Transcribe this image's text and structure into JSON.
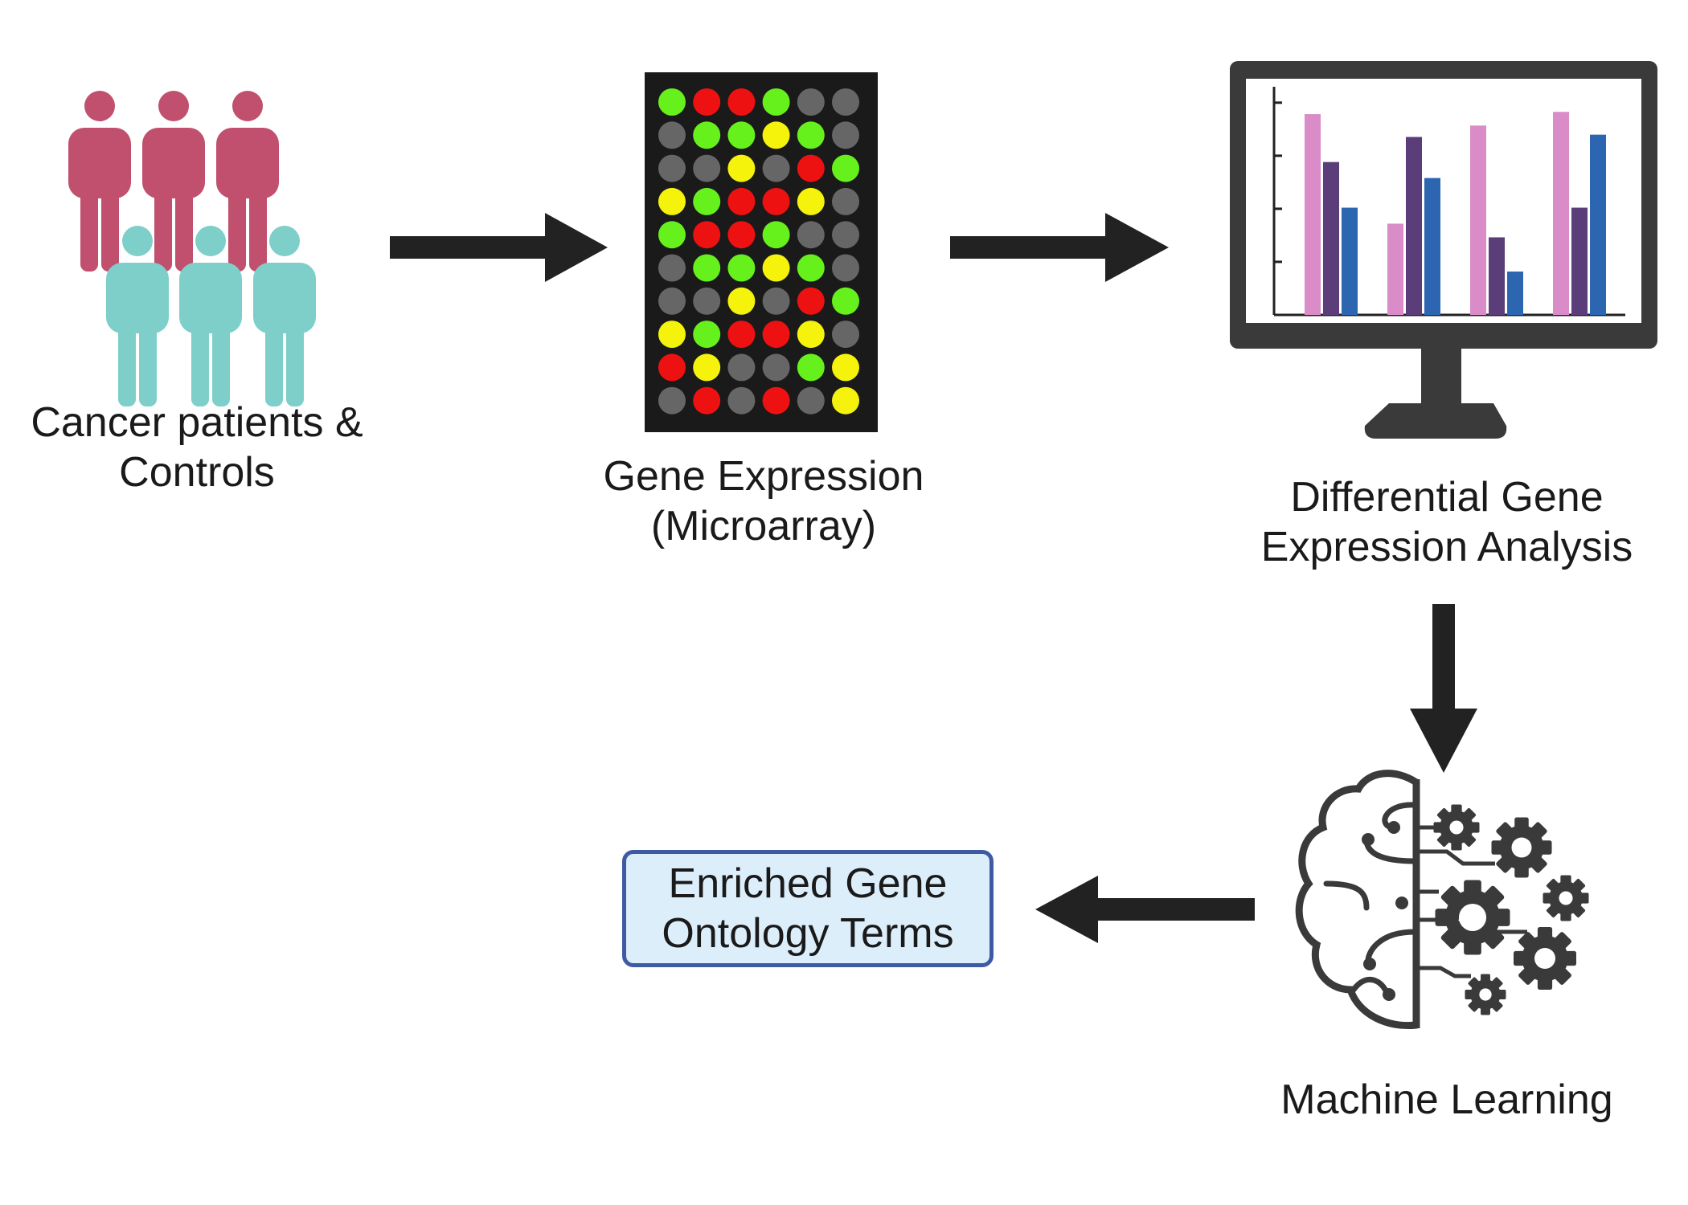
{
  "steps": {
    "people": {
      "label_line1": "Cancer patients &",
      "label_line2": "Controls",
      "patient_color": "#c0506d",
      "control_color": "#7ecfc9"
    },
    "microarray": {
      "label_line1": "Gene Expression",
      "label_line2": "(Microarray)",
      "grid": [
        [
          "G",
          "R",
          "R",
          "G",
          "D",
          "D"
        ],
        [
          "D",
          "G",
          "G",
          "Y",
          "G",
          "D"
        ],
        [
          "D",
          "D",
          "Y",
          "D",
          "R",
          "G"
        ],
        [
          "Y",
          "G",
          "R",
          "R",
          "Y",
          "D"
        ],
        [
          "G",
          "R",
          "R",
          "G",
          "D",
          "D"
        ],
        [
          "D",
          "G",
          "G",
          "Y",
          "G",
          "D"
        ],
        [
          "D",
          "D",
          "Y",
          "D",
          "R",
          "G"
        ],
        [
          "Y",
          "G",
          "R",
          "R",
          "Y",
          "D"
        ],
        [
          "R",
          "Y",
          "D",
          "D",
          "G",
          "Y"
        ],
        [
          "D",
          "R",
          "D",
          "R",
          "D",
          "Y"
        ]
      ],
      "colors": {
        "G": "#66f01c",
        "R": "#ee1111",
        "Y": "#f5f20c",
        "D": "#666666"
      }
    },
    "dge": {
      "label_line1": "Differential Gene",
      "label_line2": "Expression Analysis",
      "chart_data": {
        "type": "bar",
        "categories": [
          "",
          "",
          "",
          ""
        ],
        "series": [
          {
            "values": [
              0.88,
              0.4,
              0.83,
              0.89
            ]
          },
          {
            "values": [
              0.67,
              0.78,
              0.34,
              0.47
            ]
          },
          {
            "values": [
              0.47,
              0.6,
              0.19,
              0.79
            ]
          }
        ],
        "series_colors": [
          "#d98cc8",
          "#5b3d7a",
          "#2d66b0"
        ],
        "ylim": [
          0,
          1
        ],
        "grid": false
      }
    },
    "ml": {
      "label": "Machine Learning"
    },
    "go_terms": {
      "label_line1": "Enriched Gene",
      "label_line2": "Ontology Terms",
      "box_fill": "#ddeefb",
      "box_border": "#3e5aa4"
    }
  },
  "arrow_color": "#222222"
}
